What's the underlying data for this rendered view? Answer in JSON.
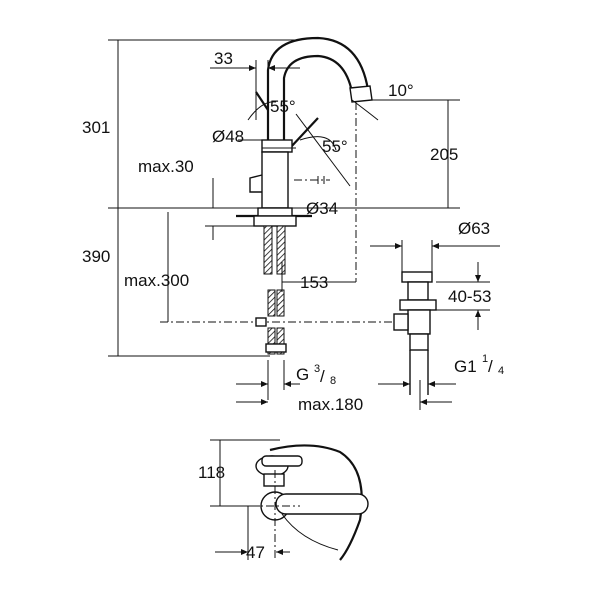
{
  "front_view": {
    "dims": {
      "d301": "301",
      "d33": "33",
      "d55a": "55°",
      "d10": "10°",
      "d48": "Ø48",
      "d55b": "55°",
      "d205": "205",
      "dmax30": "max.30",
      "d34": "Ø34",
      "d390": "390",
      "d63": "Ø63",
      "dmax300": "max.300",
      "d153": "153",
      "d4053": "40-53",
      "g38_main": "G",
      "g38_num": "3",
      "g38_den": "8",
      "g114_main": "G1",
      "g114_num": "1",
      "g114_den": "4",
      "dmax180": "max.180"
    }
  },
  "top_view": {
    "dims": {
      "d118": "118",
      "d47": "47"
    }
  }
}
